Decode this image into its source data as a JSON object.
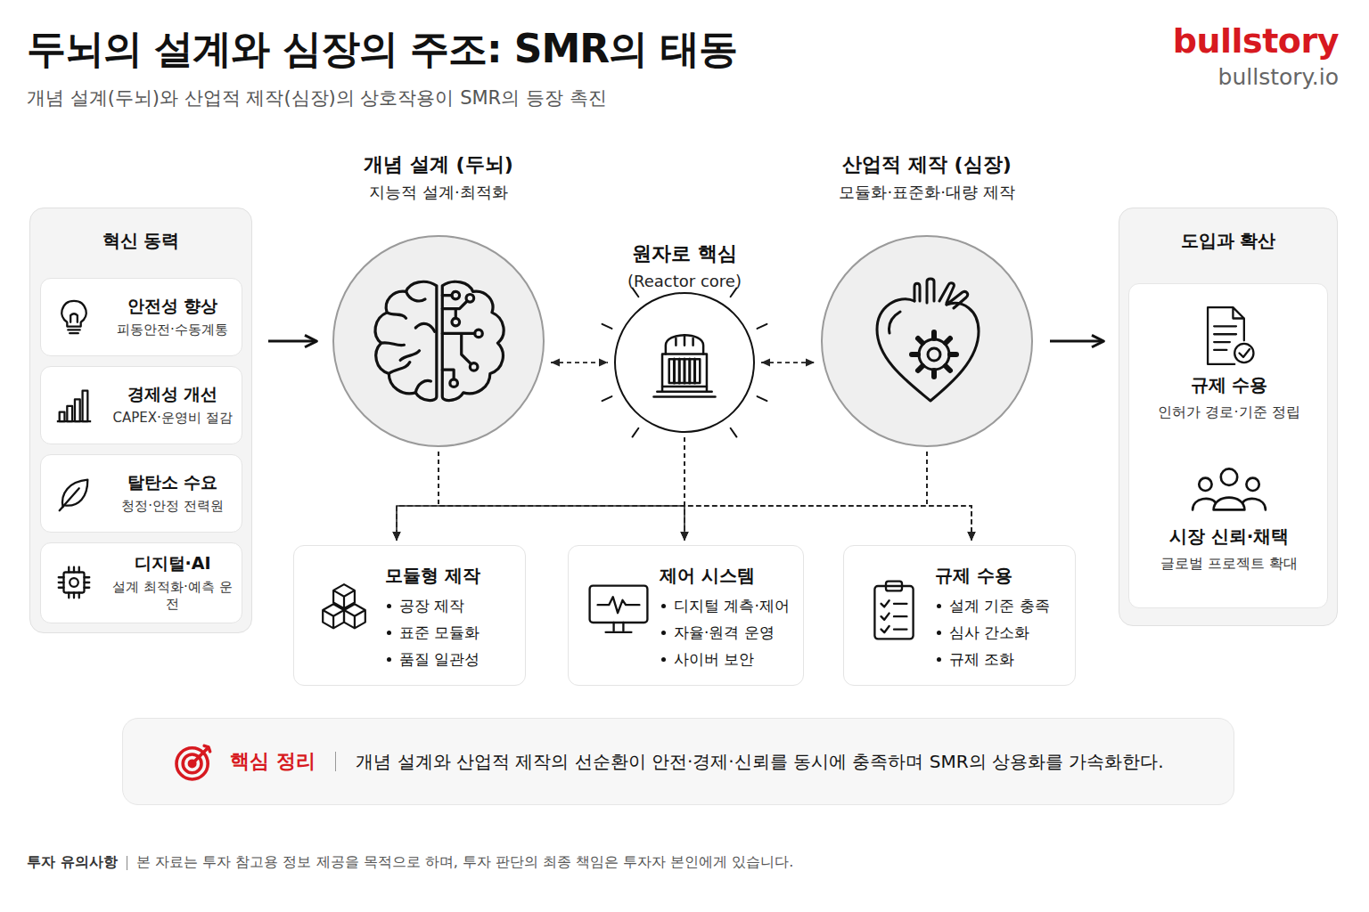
{
  "diagram": {
    "title": "두뇌의 설계와 심장의 주조: SMR의 태동",
    "caption": "개념 설계(두뇌)와 산업적 제작(심장)의 상호작용이 SMR의 등장 촉진",
    "nodes": [
      {
        "text": [
          "혁신 동력"
        ]
      },
      {
        "text": [
          "안전성 향상",
          "피동안전·수동계통"
        ],
        "in": 0
      },
      {
        "text": [
          "경제성 개선",
          "CAPEX·운영비 절감"
        ],
        "in": 0
      },
      {
        "text": [
          "탈탄소 수요",
          "청정·안정 전력원"
        ],
        "in": 0
      },
      {
        "text": [
          "디지털·AI",
          "설계 최적화·예측 운전"
        ],
        "in": 0
      },
      {
        "text": [
          "개념 설계 (두뇌)",
          "지능적 설계·최적화"
        ]
      },
      {
        "text": [
          "원자로 핵심",
          "(Reactor core)"
        ]
      },
      {
        "text": [
          "산업적 제작 (심장)",
          "모듈화·표준화·대량 제작"
        ]
      },
      {
        "text": [
          "도입과 확산"
        ]
      },
      {
        "text": [
          "규제 수용",
          "인허가 경로·기준 정립"
        ],
        "in": 8
      },
      {
        "text": [
          "시장 신뢰·채택",
          "글로벌 프로젝트 확대"
        ],
        "in": 8
      },
      {
        "text": [
          "모듈형 제작",
          "공장 제작",
          "표준 모듈화",
          "품질 일관성"
        ]
      },
      {
        "text": [
          "제어 시스템",
          "디지털 계측·제어",
          "자율·원격 운영",
          "사이버 보안"
        ]
      },
      {
        "text": [
          "규제 수용",
          "설계 기준 충족",
          "심사 간소화",
          "규제 조화"
        ]
      },
      {
        "text": [
          "핵심 정리",
          "개념 설계와 산업적 제작의 선순환이 안전·경제·신뢰를 동시에 충족하며 SMR의 상용화를 가속화한다."
        ]
      }
    ],
    "edges": [
      {
        "from": 0,
        "to": 5,
        "arrow": "to"
      },
      {
        "from": 5,
        "to": 6,
        "arrow": "both"
      },
      {
        "from": 6,
        "to": 7,
        "arrow": "both"
      },
      {
        "from": 7,
        "to": 8,
        "arrow": "to"
      },
      {
        "from": 5,
        "to": 11,
        "arrow": "to"
      },
      {
        "from": 5,
        "to": 12,
        "arrow": "to"
      },
      {
        "from": 5,
        "to": 13,
        "arrow": "to"
      },
      {
        "from": 6,
        "to": 11,
        "arrow": "to"
      },
      {
        "from": 6,
        "to": 12,
        "arrow": "to"
      },
      {
        "from": 6,
        "to": 13,
        "arrow": "to"
      },
      {
        "from": 7,
        "to": 11,
        "arrow": "to"
      },
      {
        "from": 7,
        "to": 12,
        "arrow": "to"
      },
      {
        "from": 7,
        "to": 13,
        "arrow": "to"
      }
    ],
    "labels": [
      "bullstory",
      "bullstory.io",
      "투자 유의사항",
      "본 자료는 투자 참고용 정보 제공을 목적으로 하며, 투자 판단의 최종 책임은 투자자 본인에게 있습니다."
    ]
  }
}
